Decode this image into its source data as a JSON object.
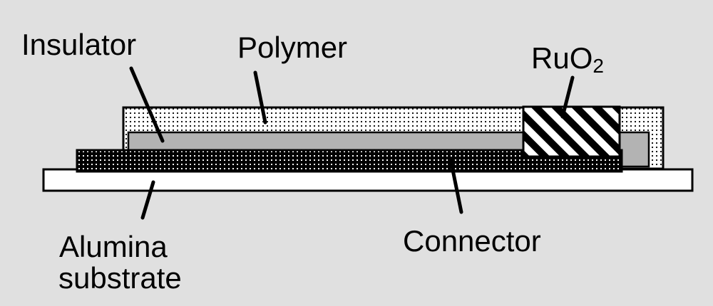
{
  "labels": {
    "insulator": "Insulator",
    "polymer": "Polymer",
    "ruo2_main": "RuO",
    "ruo2_subscript": "2",
    "alumina_line1": "Alumina",
    "alumina_line2": "substrate",
    "connector": "Connector"
  },
  "colors": {
    "background": "#e0e0e0",
    "outline": "#000000",
    "substrate_fill": "#ffffff",
    "insulator_fill": "#b3b3b3",
    "polymer_dots": "#000000",
    "connector_pattern": "checker-dots",
    "ruo2_pattern": "diagonal-stripes"
  }
}
